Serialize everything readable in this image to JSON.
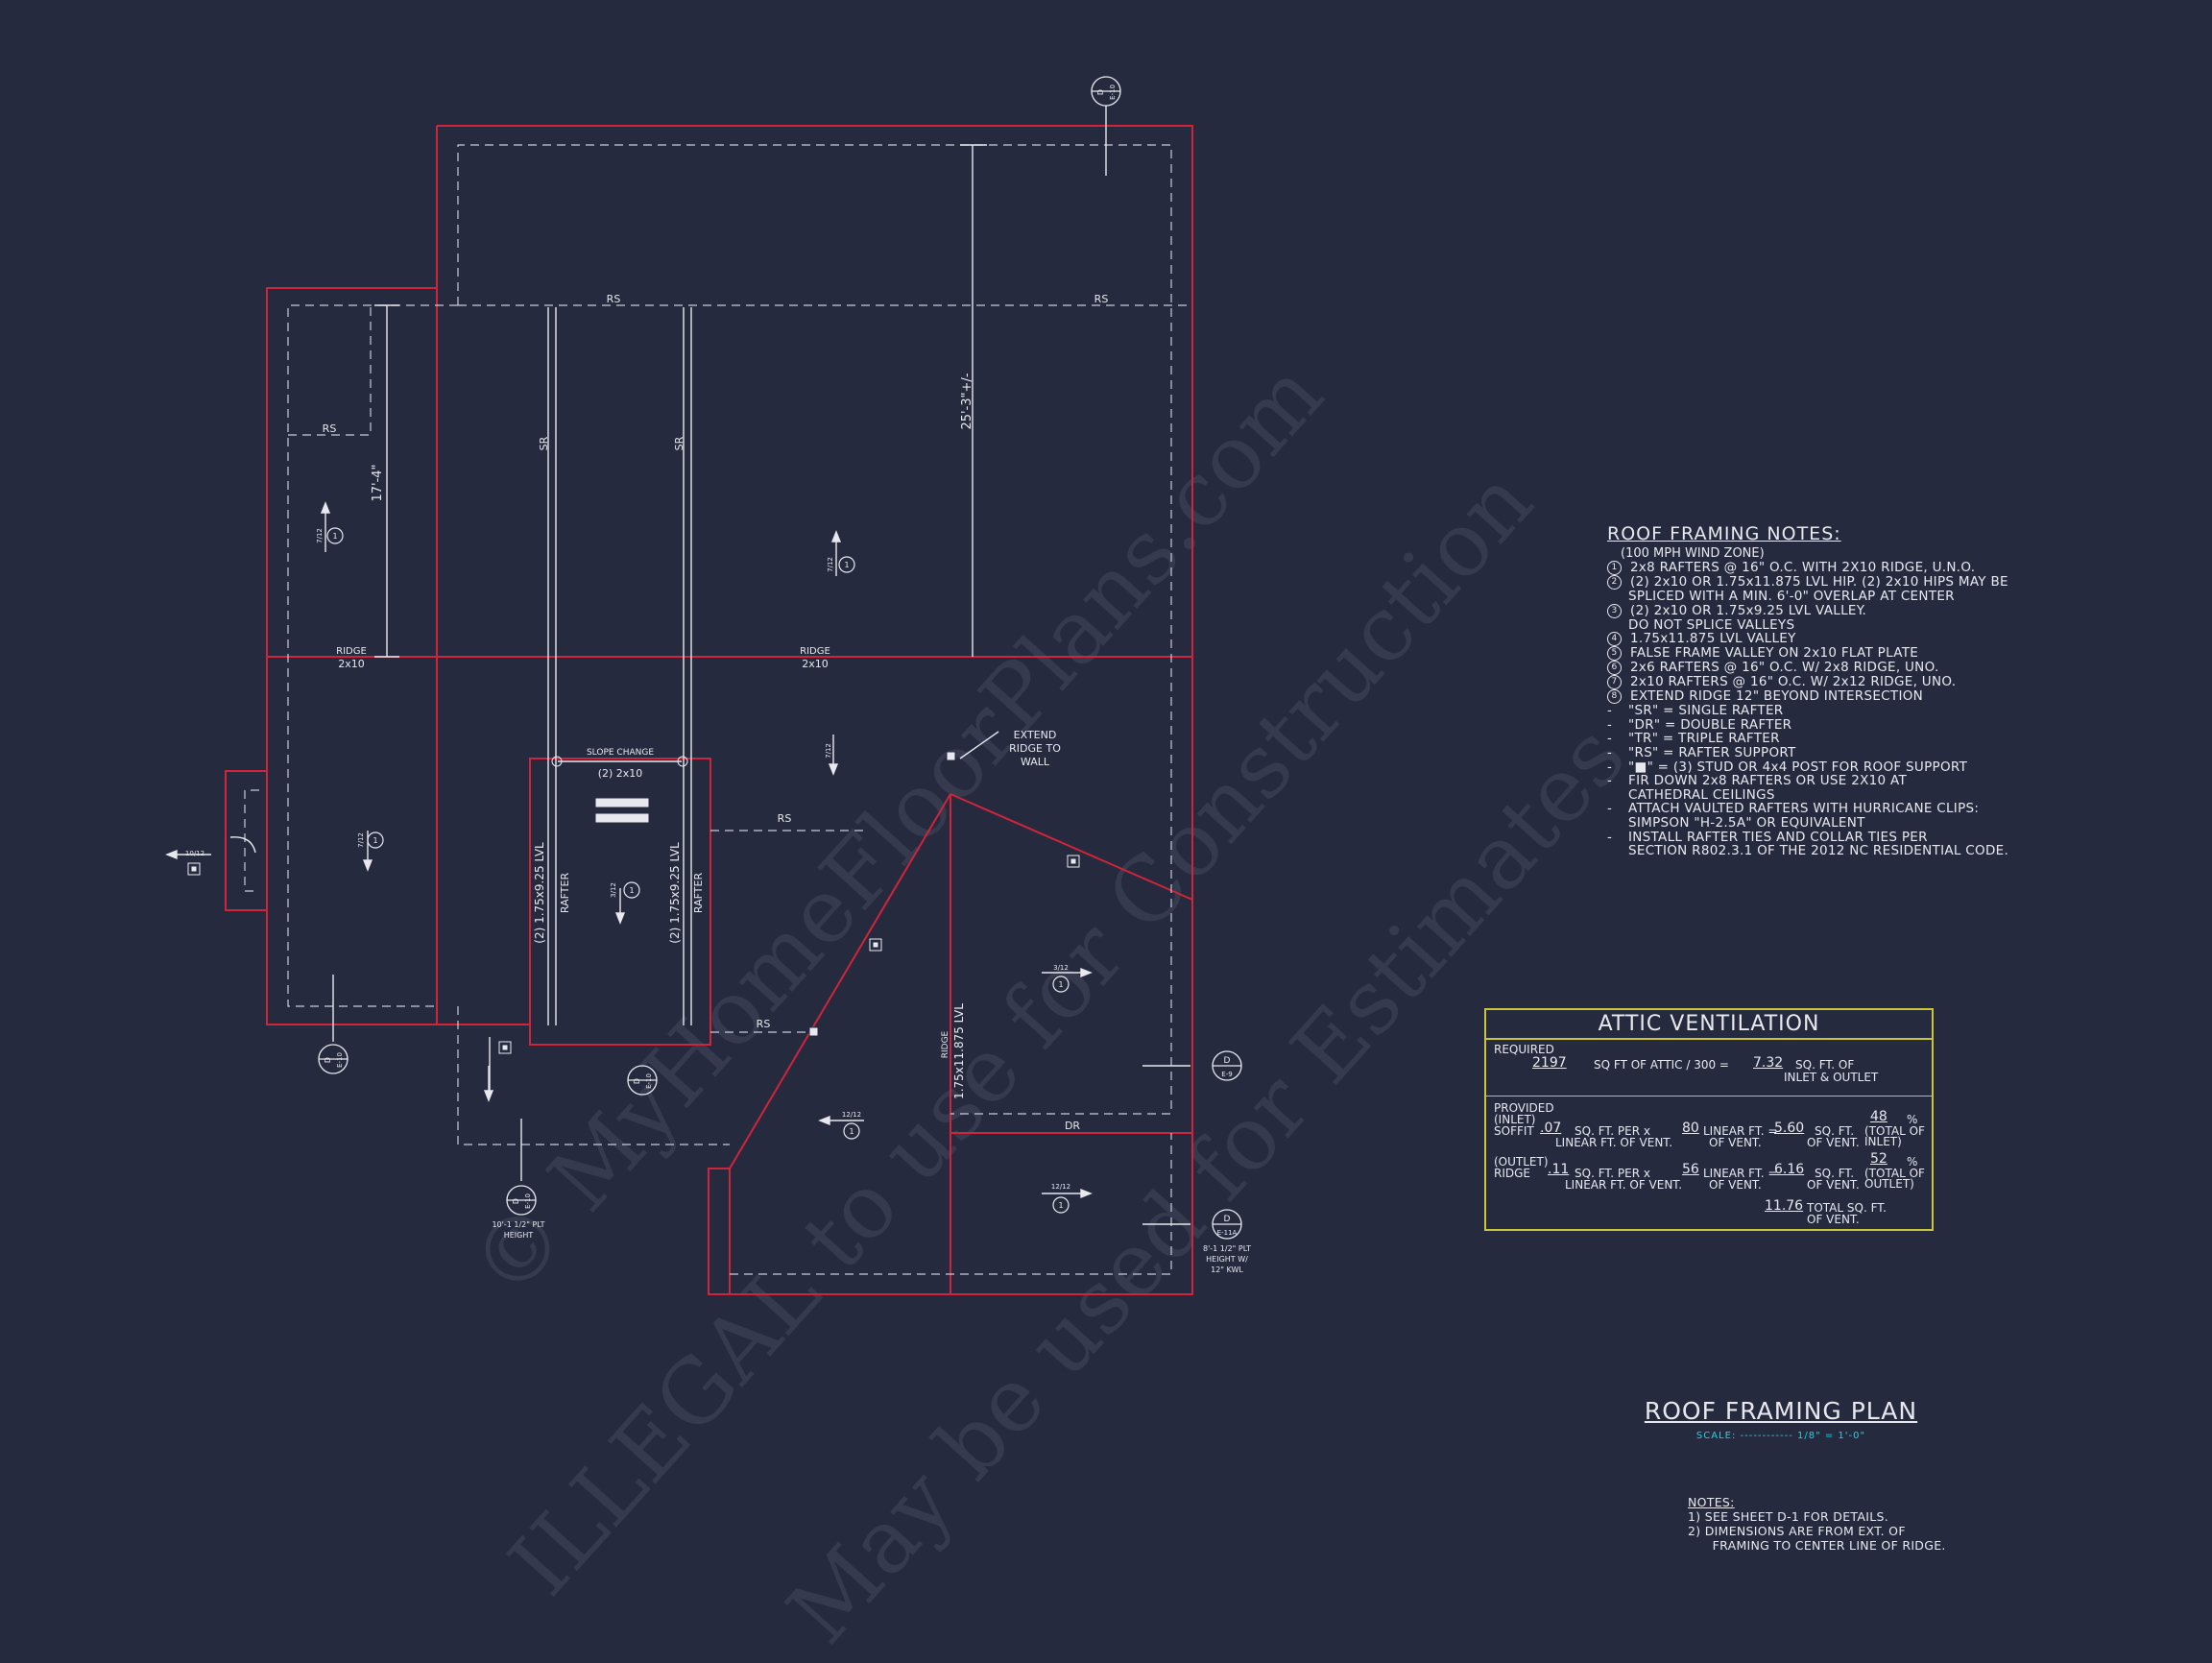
{
  "plan_labels": {
    "rs_top_left": "RS",
    "rs_top_right": "RS",
    "rs_left_small": "RS",
    "sr_1": "SR",
    "sr_2": "SR",
    "dim_vertical": "25'-3\"+/-",
    "dim_left": "17'-4\"",
    "ridge_left": "RIDGE",
    "ridge_left_size": "2x10",
    "ridge_center": "RIDGE",
    "ridge_center_size": "2x10",
    "slope_change": "SLOPE CHANGE",
    "slope_change_size": "(2) 2x10",
    "lvl_left": "(2) 1.75x9.25 LVL",
    "rafter_left": "RAFTER",
    "lvl_right": "(2) 1.75x9.25 LVL",
    "rafter_right": "RAFTER",
    "rs_mid": "RS",
    "rs_low": "RS",
    "extend_ridge": [
      "EXTEND",
      "RIDGE TO",
      "WALL"
    ],
    "ridge_lvl": "RIDGE",
    "ridge_lvl_size": "1.75x11.875 LVL",
    "dr": "DR",
    "pitch_7_12": "7/12",
    "pitch_10_12": "10/12",
    "pitch_12_12": "12/12",
    "pitch_3_12": "3/12",
    "num_1": "1",
    "plt_left": [
      "10'-1 1/2\" PLT",
      "HEIGHT"
    ],
    "plt_right": [
      "8'-1 1/2\" PLT",
      "HEIGHT W/",
      "12\" KWL"
    ],
    "section_d": "D",
    "sheet_e10": "E-10",
    "sheet_e9": "E-9",
    "sheet_e11a": "E-11A"
  },
  "roof_notes": {
    "title": "ROOF FRAMING NOTES:",
    "subtitle": "(100 MPH WIND ZONE)",
    "items": [
      {
        "mark": "1",
        "text": "2x8 RAFTERS @ 16\" O.C. WITH 2X10 RIDGE, U.N.O."
      },
      {
        "mark": "2",
        "text": "(2) 2x10 OR 1.75x11.875 LVL HIP. (2) 2x10 HIPS MAY BE"
      },
      {
        "mark": "",
        "text": "SPLICED WITH A MIN. 6'-0\" OVERLAP AT CENTER"
      },
      {
        "mark": "3",
        "text": "(2) 2x10 OR 1.75x9.25 LVL VALLEY."
      },
      {
        "mark": "",
        "text": "DO NOT SPLICE VALLEYS"
      },
      {
        "mark": "4",
        "text": "1.75x11.875 LVL VALLEY"
      },
      {
        "mark": "5",
        "text": "FALSE FRAME VALLEY ON 2x10 FLAT PLATE"
      },
      {
        "mark": "6",
        "text": "2x6 RAFTERS @ 16\" O.C. W/ 2x8 RIDGE, UNO."
      },
      {
        "mark": "7",
        "text": "2x10 RAFTERS @ 16\" O.C. W/ 2x12 RIDGE, UNO."
      },
      {
        "mark": "8",
        "text": "EXTEND RIDGE 12\" BEYOND INTERSECTION"
      },
      {
        "mark": "-",
        "text": "\"SR\" = SINGLE RAFTER"
      },
      {
        "mark": "-",
        "text": "\"DR\" = DOUBLE RAFTER"
      },
      {
        "mark": "-",
        "text": "\"TR\" = TRIPLE RAFTER"
      },
      {
        "mark": "-",
        "text": "\"RS\" = RAFTER SUPPORT"
      },
      {
        "mark": "-",
        "text": "\"■\" = (3) STUD OR 4x4 POST FOR ROOF SUPPORT"
      },
      {
        "mark": "-",
        "text": "FIR DOWN 2x8 RAFTERS OR USE 2X10 AT"
      },
      {
        "mark": "",
        "text": "CATHEDRAL CEILINGS"
      },
      {
        "mark": "-",
        "text": "ATTACH VAULTED RAFTERS WITH HURRICANE CLIPS:"
      },
      {
        "mark": "",
        "text": "SIMPSON \"H-2.5A\" OR EQUIVALENT"
      },
      {
        "mark": "-",
        "text": "INSTALL RAFTER TIES AND COLLAR TIES PER"
      },
      {
        "mark": "",
        "text": "SECTION R802.3.1 OF THE 2012 NC RESIDENTIAL CODE."
      }
    ]
  },
  "attic": {
    "title": "ATTIC VENTILATION",
    "required_label": "REQUIRED",
    "attic_sqft": "2197",
    "attic_text": "SQ FT OF ATTIC / 300 =",
    "req_vent": "7.32",
    "req_text_1": "SQ. FT. OF",
    "req_text_2": "INLET & OUTLET",
    "provided_label": "PROVIDED",
    "inlet_label": "(INLET)",
    "soffit_label": "SOFFIT",
    "soffit_rate": ".07",
    "soffit_len": "80",
    "soffit_area": "5.60",
    "soffit_pct": "48",
    "outlet_label": "(OUTLET)",
    "ridge_label": "RIDGE",
    "ridge_rate": ".11",
    "ridge_len": "56",
    "ridge_area": "6.16",
    "ridge_pct": "52",
    "per_text": "SQ. FT. PER x",
    "lin_text": "LINEAR FT. OF VENT.",
    "linft_text": "LINEAR FT. =",
    "of_vent": "OF VENT.",
    "sqft_text": "SQ. FT.",
    "pct_sign": "%",
    "total_of": "(TOTAL OF",
    "inlet_close": "INLET)",
    "outlet_close": "OUTLET)",
    "total_area": "11.76",
    "total_text": "TOTAL SQ. FT.",
    "total_vent": "OF VENT."
  },
  "title_block": {
    "title": "ROOF FRAMING PLAN",
    "scale": "SCALE: ------------ 1/8\" = 1'-0\""
  },
  "general_notes": {
    "heading": "NOTES:",
    "items": [
      "1)  SEE SHEET D-1 FOR DETAILS.",
      "2)  DIMENSIONS ARE FROM EXT. OF",
      "      FRAMING TO CENTER LINE OF RIDGE."
    ]
  },
  "watermark": {
    "line1": "© MyHomeFloorPlans.com",
    "line2": "ILLEGAL to use for Construction",
    "line3": "May be used for Estimates"
  },
  "colors": {
    "background": "#252a3e",
    "wall": "#d0243a",
    "line": "#e8e8ee",
    "attic_border": "#c9c43a",
    "scale_text": "#26d0e0"
  }
}
